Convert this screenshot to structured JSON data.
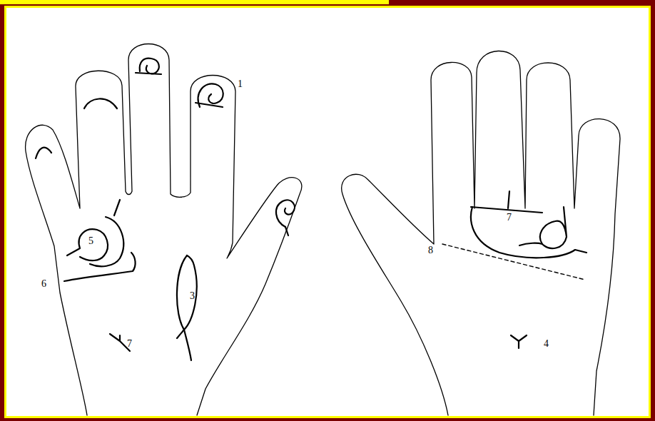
{
  "diagram": {
    "labels": [
      "1",
      "5",
      "3",
      "6",
      "7",
      "7",
      "8",
      "4"
    ]
  }
}
